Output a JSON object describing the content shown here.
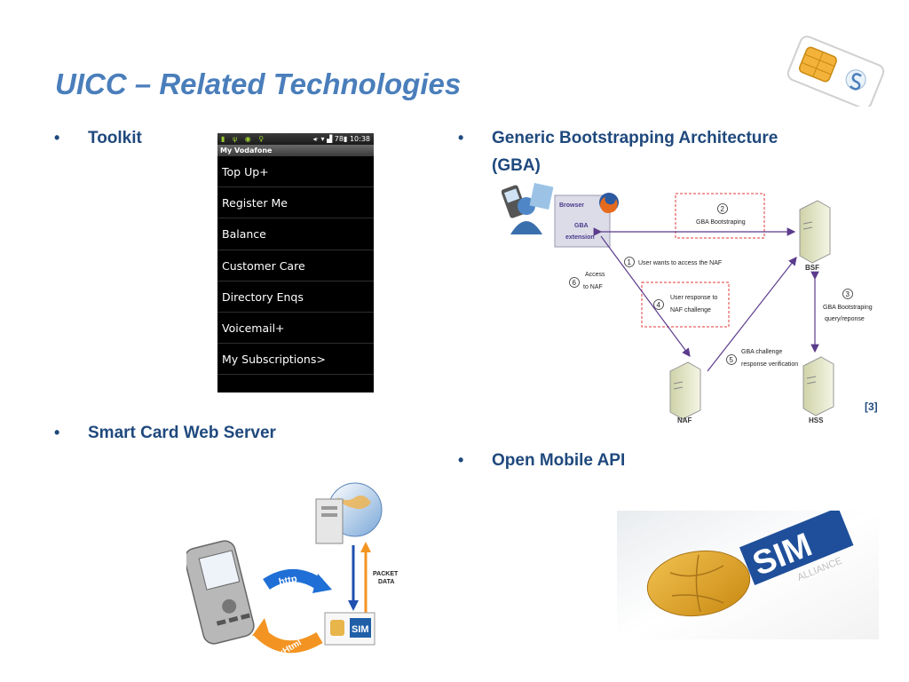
{
  "slide": {
    "title": "UICC – Related Technologies"
  },
  "bullets": {
    "toolkit": "Toolkit",
    "scws": "Smart Card Web Server",
    "gba_line1": "Generic Bootstrapping Architecture",
    "gba_line2": "(GBA)",
    "omapi": "Open Mobile API",
    "dot": "•"
  },
  "phone": {
    "status_time": "10:38",
    "status_battery": "78",
    "app_title": "My Vodafone",
    "menu": [
      "Top Up+",
      "Register Me",
      "Balance",
      "Customer Care",
      "Directory Enqs",
      "Voicemail+",
      "My Subscriptions>"
    ]
  },
  "gba_diagram": {
    "browser_label": "Browser",
    "gba_ext_line1": "GBA",
    "gba_ext_line2": "extension",
    "bsf": "BSF",
    "naf": "NAF",
    "hss": "HSS",
    "reference": "[3]",
    "steps": {
      "s1_num": "1",
      "s1_text": "User wants to access the NAF",
      "s2_num": "2",
      "s2_text": "GBA Bootstraping",
      "s3_num": "3",
      "s3_line1": "GBA Bootstraping",
      "s3_line2": "query/reponse",
      "s4_num": "4",
      "s4_line1": "User response to",
      "s4_line2": "NAF challenge",
      "s5_num": "5",
      "s5_line1": "GBA challenge",
      "s5_line2": "response verification",
      "s6_num": "6",
      "s6_line1": "Access",
      "s6_line2": "to NAF"
    }
  },
  "scws_illustration": {
    "http": "http",
    "xhtml": "xHtml",
    "packet_line1": "PACKET",
    "packet_line2": "DATA",
    "sim": "SIM"
  },
  "sim_alliance": {
    "logo_text": "SIM",
    "alliance": "ALLIANCE"
  },
  "colors": {
    "title": "#4a7ebb",
    "bullet": "#1f497d",
    "arrow": "#5b3b8c",
    "dashed_box": "#e03a3a"
  }
}
